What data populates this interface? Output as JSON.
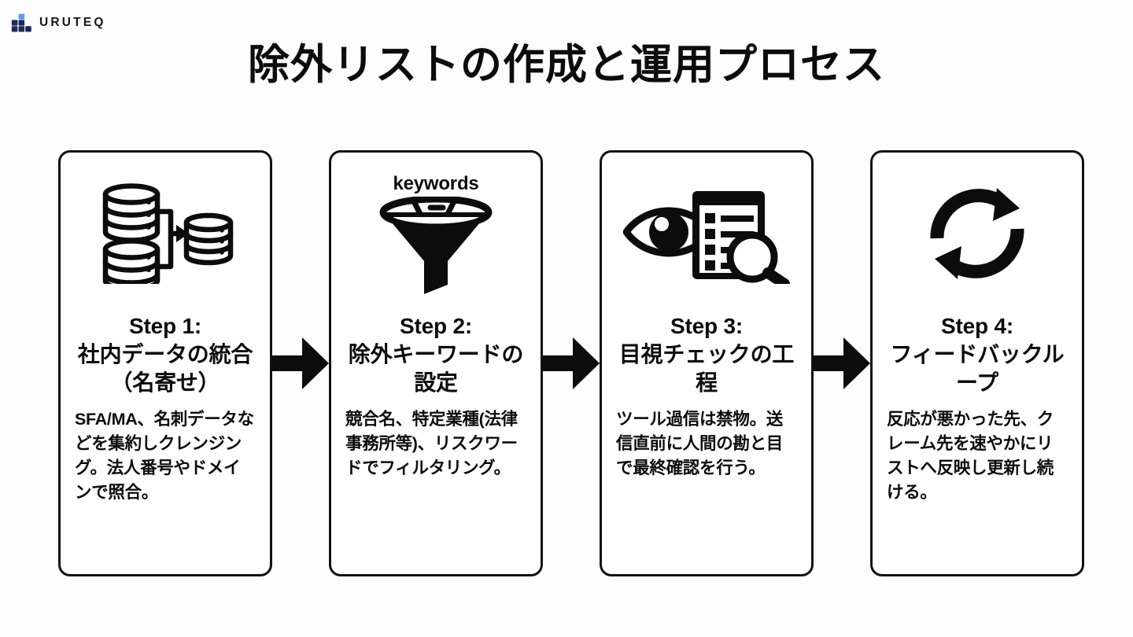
{
  "brand": {
    "name": "URUTEQ",
    "logo_icon": "uruteq-blocks-logo-icon",
    "accent_light": "#5b9bf5",
    "accent_dark": "#1d2a57"
  },
  "title": "除外リストの作成と運用プロセス",
  "flow": {
    "arrow_icon": "arrow-right-icon",
    "steps": [
      {
        "icon": "database-merge-icon",
        "heading": "Step 1:\n社内データの統合（名寄せ）",
        "heading_en": "Step 1:",
        "heading_ja": "社内データの統合（名寄せ）",
        "body": "SFA/MA、名刺データなどを集約しクレンジング。法人番号やドメインで照合。"
      },
      {
        "icon": "funnel-filter-icon",
        "icon_label": "keywords",
        "heading_en": "Step 2:",
        "heading_ja": "除外キーワードの設定",
        "body": "競合名、特定業種(法律事務所等)、リスクワードでフィルタリング。"
      },
      {
        "icon": "eye-checklist-magnifier-icon",
        "heading_en": "Step 3:",
        "heading_ja": "目視チェックの工程",
        "body": "ツール過信は禁物。送信直前に人間の勘と目で最終確認を行う。"
      },
      {
        "icon": "refresh-loop-icon",
        "heading_en": "Step 4:",
        "heading_ja": "フィードバックループ",
        "body": "反応が悪かった先、クレーム先を速やかにリストへ反映し更新し続ける。"
      }
    ]
  }
}
